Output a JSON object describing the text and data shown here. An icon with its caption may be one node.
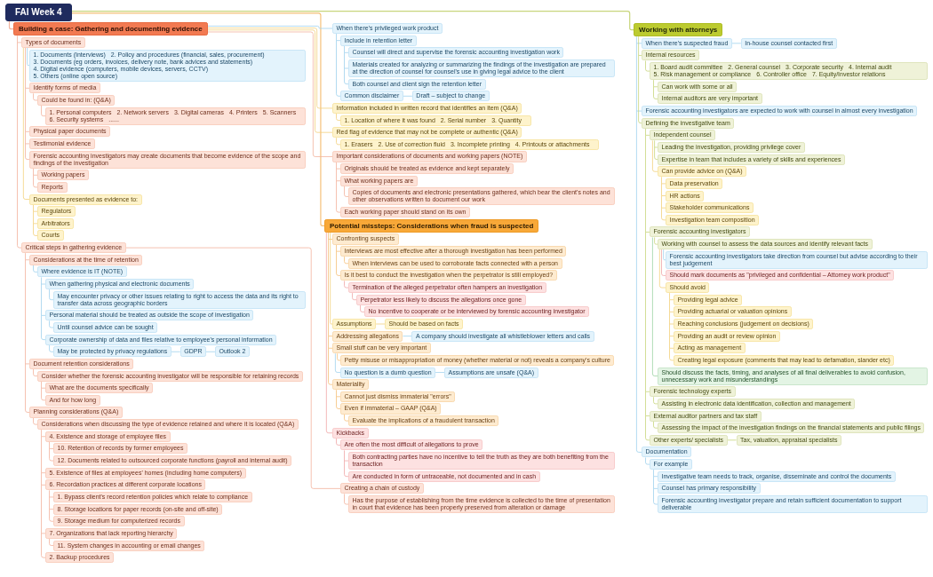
{
  "diagram": {
    "nodes": [
      {
        "text": [
          "FAI Week 4"
        ]
      },
      {
        "text": [
          "Building a case: Gathering and documenting evidence"
        ]
      },
      {
        "text": [
          "Types of documents"
        ]
      },
      {
        "text": [
          "1. Documents (Interviews)",
          "2. Policy and procedures (financial, sales, procurement)",
          "3. Documents (eg orders, invoices, delivery note, bank advices and statements)",
          "4. Digital evidence (computers, mobile devices, servers, CCTV)",
          "5. Others (online open source)"
        ]
      },
      {
        "text": [
          "Identify forms of media"
        ]
      },
      {
        "text": [
          "Could be found in: (Q&A)"
        ]
      },
      {
        "text": [
          "1. Personal computers",
          "2. Network servers",
          "3. Digital cameras",
          "4. Printers",
          "5. Scanners",
          "6. Security systems",
          "......"
        ]
      },
      {
        "text": [
          "Physical paper documents"
        ]
      },
      {
        "text": [
          "Testimonial evidence"
        ]
      },
      {
        "text": [
          "Forensic accounting investigators may create documents that become evidence of the scope and findings of the investigation"
        ]
      },
      {
        "text": [
          "Working papers"
        ]
      },
      {
        "text": [
          "Reports"
        ]
      },
      {
        "text": [
          "Documents presented as evidence to:"
        ]
      },
      {
        "text": [
          "Regulators"
        ]
      },
      {
        "text": [
          "Arbitrators"
        ]
      },
      {
        "text": [
          "Courts"
        ]
      },
      {
        "text": [
          "Critical steps in gathering evidence"
        ]
      },
      {
        "text": [
          "Considerations at the time of retention"
        ]
      },
      {
        "text": [
          "Where evidence is IT (NOTE)"
        ]
      },
      {
        "text": [
          "When gathering physical and electronic documents"
        ]
      },
      {
        "text": [
          "May encounter privacy or other issues relating to right to access the data and its right to transfer data across geographic borders"
        ]
      },
      {
        "text": [
          "Personal material should be treated as outside the scope of investigation"
        ]
      },
      {
        "text": [
          "Until counsel advice can be sought"
        ]
      },
      {
        "text": [
          "Corporate ownership of data and files relative to employee's personal information"
        ]
      },
      {
        "text": [
          "May be protected by privacy regulations"
        ]
      },
      {
        "text": [
          "GDPR"
        ]
      },
      {
        "text": [
          "Outlook 2"
        ]
      },
      {
        "text": [
          "Document retention considerations"
        ]
      },
      {
        "text": [
          "Consider whether the forensic accounting investigator will be responsible for retaining records"
        ]
      },
      {
        "text": [
          "What are the documents specifically"
        ]
      },
      {
        "text": [
          "And for how long"
        ]
      },
      {
        "text": [
          "Planning considerations (Q&A)"
        ]
      },
      {
        "text": [
          "Considerations when discussing the type of evidence retained and where it is located (Q&A)"
        ]
      },
      {
        "text": [
          "4. Existence and storage of employee files"
        ]
      },
      {
        "text": [
          "10. Retention of records by former employees"
        ]
      },
      {
        "text": [
          "12. Documents related to outsourced corporate functions (payroll and internal audit)"
        ]
      },
      {
        "text": [
          "5. Existence of files at employees' homes (including home computers)"
        ]
      },
      {
        "text": [
          "6. Recordation practices at different corporate locations"
        ]
      },
      {
        "text": [
          "1. Bypass client's record retention policies which relate to compliance"
        ]
      },
      {
        "text": [
          "8. Storage locations for paper records (on-site and off-site)"
        ]
      },
      {
        "text": [
          "9. Storage medium for computerized records"
        ]
      },
      {
        "text": [
          "7. Organizations that lack reporting hierarchy"
        ]
      },
      {
        "text": [
          "11. System changes in accounting or email changes"
        ]
      },
      {
        "text": [
          "2. Backup procedures"
        ]
      },
      {
        "text": [
          "Creating a chain of custody"
        ]
      },
      {
        "text": [
          "Has the purpose of establishing from the time evidence is collected to the time of presentation in court that evidence has been properly preserved from alteration or damage"
        ]
      },
      {
        "text": [
          "When there's privileged work product"
        ]
      },
      {
        "text": [
          "Include in retention letter"
        ]
      },
      {
        "text": [
          "Counsel will direct and supervise the forensic accounting investigation work"
        ]
      },
      {
        "text": [
          "Materials created for analyzing or summarizing the findings of the investigation are prepared at the direction of counsel for counsel's use in giving legal advice to the client"
        ]
      },
      {
        "text": [
          "Both counsel and client sign the retention letter"
        ]
      },
      {
        "text": [
          "Common disclaimer"
        ]
      },
      {
        "text": [
          "Draft – subject to change"
        ]
      },
      {
        "text": [
          "Information included in written record that identifies an item (Q&A)"
        ]
      },
      {
        "text": [
          "1. Location of where it was found",
          "2. Serial number",
          "3. Quantity"
        ]
      },
      {
        "text": [
          "Red flag of evidence that may not be complete or authentic (Q&A)"
        ]
      },
      {
        "text": [
          "1. Erasers",
          "2. Use of correction fluid",
          "3. Incomplete printing",
          "4. Printouts or attachments"
        ]
      },
      {
        "text": [
          "Important considerations of documents and working papers (NOTE)"
        ]
      },
      {
        "text": [
          "Originals should be treated as evidence and kept separately"
        ]
      },
      {
        "text": [
          "What working papers are"
        ]
      },
      {
        "text": [
          "Copies of documents and electronic presentations gathered, which bear the client's notes and other observations written to document our work"
        ]
      },
      {
        "text": [
          "Each working paper should stand on its own"
        ]
      },
      {
        "text": [
          "Potential missteps: Considerations when fraud is suspected"
        ]
      },
      {
        "text": [
          "Confronting suspects"
        ]
      },
      {
        "text": [
          "Interviews are most effective after a thorough investigation has been performed"
        ]
      },
      {
        "text": [
          "When interviews can be used to corroborate facts connected with a person"
        ]
      },
      {
        "text": [
          "Is it best to conduct the investigation when the perpetrator is still employed?"
        ]
      },
      {
        "text": [
          "Termination of the alleged perpetrator often hampers an investigation"
        ]
      },
      {
        "text": [
          "Perpetrator less likely to discuss the allegations once gone"
        ]
      },
      {
        "text": [
          "No incentive to cooperate or be interviewed by forensic accounting investigator"
        ]
      },
      {
        "text": [
          "Assumptions"
        ]
      },
      {
        "text": [
          "Should be based on facts"
        ]
      },
      {
        "text": [
          "Addressing allegations"
        ]
      },
      {
        "text": [
          "A company should investigate all whistleblower letters and calls"
        ]
      },
      {
        "text": [
          "Small stuff can be very important"
        ]
      },
      {
        "text": [
          "Petty misuse or misappropriation of money (whether material or not) reveals a company's culture"
        ]
      },
      {
        "text": [
          "No question is a dumb question"
        ]
      },
      {
        "text": [
          "Assumptions are unsafe (Q&A)"
        ]
      },
      {
        "text": [
          "Materiality"
        ]
      },
      {
        "text": [
          "Cannot just dismiss immaterial \"errors\""
        ]
      },
      {
        "text": [
          "Even if immaterial – GAAP (Q&A)"
        ]
      },
      {
        "text": [
          "Evaluate the implications of a fraudulent transaction"
        ]
      },
      {
        "text": [
          "Kickbacks"
        ]
      },
      {
        "text": [
          "Are often the most difficult of allegations to prove"
        ]
      },
      {
        "text": [
          "Both contracting parties have no incentive to tell the truth as they are both benefiting from the transaction"
        ]
      },
      {
        "text": [
          "Are conducted in form of untraceable, not documented and in cash"
        ]
      },
      {
        "text": [
          "Working with attorneys"
        ]
      },
      {
        "text": [
          "When there's suspected fraud"
        ]
      },
      {
        "text": [
          "In-house counsel contacted first"
        ]
      },
      {
        "text": [
          "Internal resources"
        ]
      },
      {
        "text": [
          "1. Board audit committee",
          "2. General counsel",
          "3. Corporate security",
          "4. Internal audit",
          "5. Risk management or compliance",
          "6. Controller office",
          "7. Equity/Investor relations"
        ]
      },
      {
        "text": [
          "Can work with some or all"
        ]
      },
      {
        "text": [
          "Internal auditors are very important"
        ]
      },
      {
        "text": [
          "Forensic accounting investigators are expected to work with counsel in almost every investigation"
        ]
      },
      {
        "text": [
          "Defining the investigative team"
        ]
      },
      {
        "text": [
          "Independent counsel"
        ]
      },
      {
        "text": [
          "Leading the investigation, providing privilege cover"
        ]
      },
      {
        "text": [
          "Expertise in team that includes a variety of skills and experiences"
        ]
      },
      {
        "text": [
          "Can provide advice on (Q&A)"
        ]
      },
      {
        "text": [
          "Data preservation"
        ]
      },
      {
        "text": [
          "HR actions"
        ]
      },
      {
        "text": [
          "Stakeholder communications"
        ]
      },
      {
        "text": [
          "Investigation team composition"
        ]
      },
      {
        "text": [
          "Forensic accounting investigators"
        ]
      },
      {
        "text": [
          "Working with counsel to assess the data sources and identify relevant facts"
        ]
      },
      {
        "text": [
          "Forensic accounting investigators take direction from counsel but advise according to their best judgement"
        ]
      },
      {
        "text": [
          "Should mark documents as \"privileged and confidential – Attorney work product\""
        ]
      },
      {
        "text": [
          "Should avoid"
        ]
      },
      {
        "text": [
          "Providing legal advice"
        ]
      },
      {
        "text": [
          "Providing actuarial or valuation opinions"
        ]
      },
      {
        "text": [
          "Reaching conclusions (judgement on decisions)"
        ]
      },
      {
        "text": [
          "Providing an audit or review opinion"
        ]
      },
      {
        "text": [
          "Acting as management"
        ]
      },
      {
        "text": [
          "Creating legal exposure (comments that may lead to defamation, slander etc)"
        ]
      },
      {
        "text": [
          "Should discuss the facts, timing, and analyses of all final deliverables to avoid confusion, unnecessary work and misunderstandings"
        ]
      },
      {
        "text": [
          "Forensic technology experts"
        ]
      },
      {
        "text": [
          "Assisting in electronic data identification, collection and management"
        ]
      },
      {
        "text": [
          "External auditor partners and tax staff"
        ]
      },
      {
        "text": [
          "Assessing the impact of the investigation findings on the financial statements and public filings"
        ]
      },
      {
        "text": [
          "Other experts/ specialists"
        ]
      },
      {
        "text": [
          "Tax, valuation, appraisal specialists"
        ]
      },
      {
        "text": [
          "Documentation"
        ]
      },
      {
        "text": [
          "For example"
        ]
      },
      {
        "text": [
          "Investigative team needs to track, organise, disseminate and control the documents"
        ]
      },
      {
        "text": [
          "Counsel has primary responsibility"
        ]
      },
      {
        "text": [
          "Forensic accounting investigator prepare and retain sufficient documentation to support deliverable"
        ]
      }
    ],
    "edges": [
      {
        "from": 0,
        "to": 1,
        "arrow": "none"
      },
      {
        "from": 0,
        "to": 62,
        "arrow": "none",
        "color": "#f5c07a"
      },
      {
        "from": 0,
        "to": 86,
        "arrow": "none",
        "color": "#c8d57c"
      },
      {
        "from": 1,
        "to": 2,
        "arrow": "none"
      },
      {
        "from": 1,
        "to": 16,
        "arrow": "none"
      },
      {
        "from": 1,
        "to": 46,
        "arrow": "none",
        "color": "#9fd2ee"
      },
      {
        "from": 1,
        "to": 53,
        "arrow": "none",
        "color": "#f2d17c"
      },
      {
        "from": 1,
        "to": 55,
        "arrow": "none",
        "color": "#f2d17c"
      },
      {
        "from": 1,
        "to": 57,
        "arrow": "none"
      },
      {
        "from": 2,
        "to": 3,
        "arrow": "none",
        "color": "#9fd2ee"
      },
      {
        "from": 2,
        "to": 4,
        "arrow": "none"
      },
      {
        "from": 2,
        "to": 7,
        "arrow": "none"
      },
      {
        "from": 2,
        "to": 8,
        "arrow": "none"
      },
      {
        "from": 2,
        "to": 9,
        "arrow": "none"
      },
      {
        "from": 2,
        "to": 12,
        "arrow": "none",
        "color": "#f2d17c"
      },
      {
        "from": 4,
        "to": 5,
        "arrow": "none"
      },
      {
        "from": 5,
        "to": 6,
        "arrow": "none"
      },
      {
        "from": 9,
        "to": 10,
        "arrow": "none"
      },
      {
        "from": 9,
        "to": 11,
        "arrow": "none"
      },
      {
        "from": 12,
        "to": 13,
        "arrow": "none",
        "color": "#f2d17c"
      },
      {
        "from": 12,
        "to": 14,
        "arrow": "none",
        "color": "#f2d17c"
      },
      {
        "from": 12,
        "to": 15,
        "arrow": "none",
        "color": "#f2d17c"
      },
      {
        "from": 16,
        "to": 17,
        "arrow": "none"
      },
      {
        "from": 16,
        "to": 27,
        "arrow": "none"
      },
      {
        "from": 16,
        "to": 31,
        "arrow": "none"
      },
      {
        "from": 16,
        "to": 44,
        "arrow": "none"
      },
      {
        "from": 17,
        "to": 18,
        "arrow": "none",
        "color": "#9fd2ee"
      },
      {
        "from": 18,
        "to": 19,
        "arrow": "none",
        "color": "#9fd2ee"
      },
      {
        "from": 18,
        "to": 21,
        "arrow": "none",
        "color": "#9fd2ee"
      },
      {
        "from": 18,
        "to": 23,
        "arrow": "none",
        "color": "#9fd2ee"
      },
      {
        "from": 19,
        "to": 20,
        "arrow": "none",
        "color": "#9fd2ee"
      },
      {
        "from": 21,
        "to": 22,
        "arrow": "none",
        "color": "#9fd2ee"
      },
      {
        "from": 23,
        "to": 24,
        "arrow": "none",
        "color": "#9fd2ee"
      },
      {
        "from": 24,
        "to": 25,
        "arrow": "none",
        "color": "#9fd2ee"
      },
      {
        "from": 25,
        "to": 26,
        "arrow": "none",
        "color": "#9fd2ee"
      },
      {
        "from": 27,
        "to": 28,
        "arrow": "none"
      },
      {
        "from": 28,
        "to": 29,
        "arrow": "none"
      },
      {
        "from": 28,
        "to": 30,
        "arrow": "none"
      },
      {
        "from": 31,
        "to": 32,
        "arrow": "none"
      },
      {
        "from": 32,
        "to": 33,
        "arrow": "none"
      },
      {
        "from": 32,
        "to": 36,
        "arrow": "none"
      },
      {
        "from": 32,
        "to": 37,
        "arrow": "none"
      },
      {
        "from": 32,
        "to": 41,
        "arrow": "none"
      },
      {
        "from": 32,
        "to": 43,
        "arrow": "none"
      },
      {
        "from": 33,
        "to": 34,
        "arrow": "none"
      },
      {
        "from": 33,
        "to": 35,
        "arrow": "none"
      },
      {
        "from": 37,
        "to": 38,
        "arrow": "none"
      },
      {
        "from": 37,
        "to": 39,
        "arrow": "none"
      },
      {
        "from": 37,
        "to": 40,
        "arrow": "none"
      },
      {
        "from": 41,
        "to": 42,
        "arrow": "none"
      },
      {
        "from": 44,
        "to": 45,
        "arrow": "none"
      },
      {
        "from": 46,
        "to": 47,
        "arrow": "none",
        "color": "#9fd2ee"
      },
      {
        "from": 46,
        "to": 51,
        "arrow": "none",
        "color": "#9fd2ee"
      },
      {
        "from": 47,
        "to": 48,
        "arrow": "none",
        "color": "#9fd2ee"
      },
      {
        "from": 47,
        "to": 49,
        "arrow": "none",
        "color": "#9fd2ee"
      },
      {
        "from": 47,
        "to": 50,
        "arrow": "none",
        "color": "#9fd2ee"
      },
      {
        "from": 51,
        "to": 52,
        "arrow": "none",
        "color": "#9fd2ee"
      },
      {
        "from": 53,
        "to": 54,
        "arrow": "none",
        "color": "#f2d17c"
      },
      {
        "from": 55,
        "to": 56,
        "arrow": "none",
        "color": "#f2d17c"
      },
      {
        "from": 57,
        "to": 58,
        "arrow": "none"
      },
      {
        "from": 57,
        "to": 59,
        "arrow": "none"
      },
      {
        "from": 57,
        "to": 61,
        "arrow": "none"
      },
      {
        "from": 59,
        "to": 60,
        "arrow": "none"
      },
      {
        "from": 62,
        "to": 63,
        "arrow": "none",
        "color": "#f5c07a"
      },
      {
        "from": 62,
        "to": 70,
        "arrow": "none",
        "color": "#f2d17c"
      },
      {
        "from": 62,
        "to": 72,
        "arrow": "none",
        "color": "#f5c07a"
      },
      {
        "from": 62,
        "to": 74,
        "arrow": "none",
        "color": "#f5c07a"
      },
      {
        "from": 62,
        "to": 78,
        "arrow": "none",
        "color": "#f5c07a"
      },
      {
        "from": 62,
        "to": 82,
        "arrow": "none",
        "color": "#f0a7a7"
      },
      {
        "from": 63,
        "to": 64,
        "arrow": "none",
        "color": "#f5c07a"
      },
      {
        "from": 63,
        "to": 66,
        "arrow": "none",
        "color": "#f5c07a"
      },
      {
        "from": 64,
        "to": 65,
        "arrow": "none",
        "color": "#f5c07a"
      },
      {
        "from": 66,
        "to": 67,
        "arrow": "none",
        "color": "#f0a7a7"
      },
      {
        "from": 67,
        "to": 68,
        "arrow": "none",
        "color": "#f0a7a7"
      },
      {
        "from": 68,
        "to": 69,
        "arrow": "none",
        "color": "#f0a7a7"
      },
      {
        "from": 70,
        "to": 71,
        "arrow": "none",
        "color": "#f2d17c"
      },
      {
        "from": 72,
        "to": 73,
        "arrow": "none",
        "color": "#9fd2ee"
      },
      {
        "from": 74,
        "to": 75,
        "arrow": "none",
        "color": "#f5c07a"
      },
      {
        "from": 74,
        "to": 76,
        "arrow": "none",
        "color": "#9fd2ee"
      },
      {
        "from": 76,
        "to": 77,
        "arrow": "none",
        "color": "#9fd2ee"
      },
      {
        "from": 78,
        "to": 79,
        "arrow": "none",
        "color": "#f5c07a"
      },
      {
        "from": 78,
        "to": 80,
        "arrow": "none",
        "color": "#f5c07a"
      },
      {
        "from": 80,
        "to": 81,
        "arrow": "none",
        "color": "#f5c07a"
      },
      {
        "from": 82,
        "to": 83,
        "arrow": "none",
        "color": "#f0a7a7"
      },
      {
        "from": 83,
        "to": 84,
        "arrow": "none",
        "color": "#f0a7a7"
      },
      {
        "from": 83,
        "to": 85,
        "arrow": "none",
        "color": "#f0a7a7"
      },
      {
        "from": 86,
        "to": 87,
        "arrow": "none",
        "color": "#9fd2ee"
      },
      {
        "from": 86,
        "to": 89,
        "arrow": "none",
        "color": "#c8d57c"
      },
      {
        "from": 86,
        "to": 93,
        "arrow": "none",
        "color": "#9fd2ee"
      },
      {
        "from": 86,
        "to": 94,
        "arrow": "none",
        "color": "#c8d57c"
      },
      {
        "from": 86,
        "to": 121,
        "arrow": "none",
        "color": "#9fd2ee"
      },
      {
        "from": 87,
        "to": 88,
        "arrow": "none",
        "color": "#9fd2ee"
      },
      {
        "from": 89,
        "to": 90,
        "arrow": "none",
        "color": "#c8d57c"
      },
      {
        "from": 90,
        "to": 91,
        "arrow": "none",
        "color": "#c8d57c"
      },
      {
        "from": 90,
        "to": 92,
        "arrow": "none",
        "color": "#c8d57c"
      },
      {
        "from": 94,
        "to": 95,
        "arrow": "none",
        "color": "#c8d57c"
      },
      {
        "from": 94,
        "to": 103,
        "arrow": "none",
        "color": "#c8d57c"
      },
      {
        "from": 94,
        "to": 115,
        "arrow": "none",
        "color": "#c8d57c"
      },
      {
        "from": 94,
        "to": 117,
        "arrow": "none",
        "color": "#c8d57c"
      },
      {
        "from": 94,
        "to": 119,
        "arrow": "none",
        "color": "#c8d57c"
      },
      {
        "from": 95,
        "to": 96,
        "arrow": "none",
        "color": "#c8d57c"
      },
      {
        "from": 95,
        "to": 97,
        "arrow": "none",
        "color": "#c8d57c"
      },
      {
        "from": 95,
        "to": 98,
        "arrow": "none",
        "color": "#f2d17c"
      },
      {
        "from": 98,
        "to": 99,
        "arrow": "none",
        "color": "#f2d17c"
      },
      {
        "from": 98,
        "to": 100,
        "arrow": "none",
        "color": "#f2d17c"
      },
      {
        "from": 98,
        "to": 101,
        "arrow": "none",
        "color": "#f2d17c"
      },
      {
        "from": 98,
        "to": 102,
        "arrow": "none",
        "color": "#f2d17c"
      },
      {
        "from": 103,
        "to": 104,
        "arrow": "none",
        "color": "#c8d57c"
      },
      {
        "from": 103,
        "to": 114,
        "arrow": "none",
        "color": "#9dd3a3"
      },
      {
        "from": 104,
        "to": 105,
        "arrow": "none",
        "color": "#9fd2ee"
      },
      {
        "from": 104,
        "to": 106,
        "arrow": "none",
        "color": "#f0a7a7"
      },
      {
        "from": 104,
        "to": 107,
        "arrow": "none",
        "color": "#f2d17c"
      },
      {
        "from": 107,
        "to": 108,
        "arrow": "none",
        "color": "#f2d17c"
      },
      {
        "from": 107,
        "to": 109,
        "arrow": "none",
        "color": "#f2d17c"
      },
      {
        "from": 107,
        "to": 110,
        "arrow": "none",
        "color": "#f2d17c"
      },
      {
        "from": 107,
        "to": 111,
        "arrow": "none",
        "color": "#f2d17c"
      },
      {
        "from": 107,
        "to": 112,
        "arrow": "none",
        "color": "#f2d17c"
      },
      {
        "from": 107,
        "to": 113,
        "arrow": "none",
        "color": "#f2d17c"
      },
      {
        "from": 115,
        "to": 116,
        "arrow": "none",
        "color": "#c8d57c"
      },
      {
        "from": 117,
        "to": 118,
        "arrow": "none",
        "color": "#c8d57c"
      },
      {
        "from": 119,
        "to": 120,
        "arrow": "none",
        "color": "#c8d57c"
      },
      {
        "from": 121,
        "to": 122,
        "arrow": "none",
        "color": "#9fd2ee"
      },
      {
        "from": 122,
        "to": 123,
        "arrow": "none",
        "color": "#9fd2ee"
      },
      {
        "from": 122,
        "to": 124,
        "arrow": "none",
        "color": "#9fd2ee"
      },
      {
        "from": 122,
        "to": 125,
        "arrow": "none",
        "color": "#9fd2ee"
      }
    ]
  }
}
